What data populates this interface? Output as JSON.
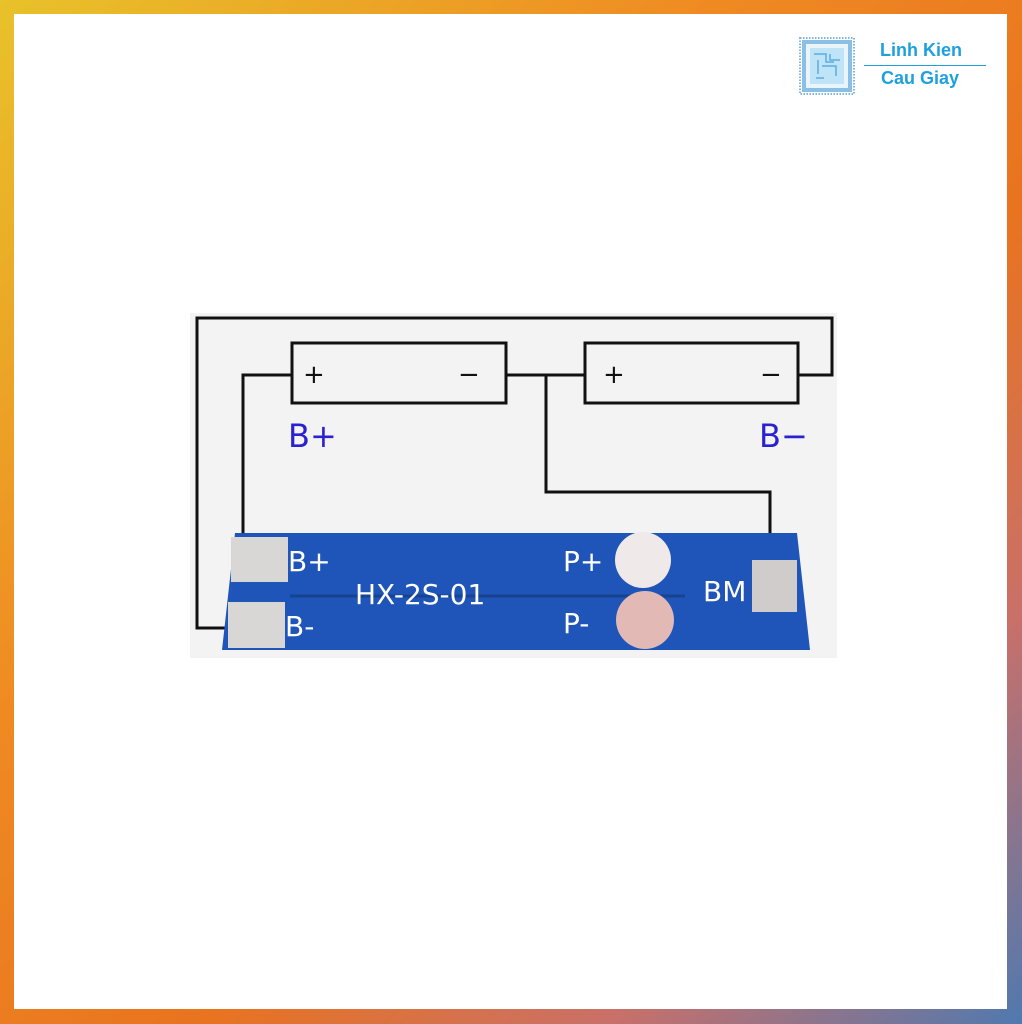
{
  "brand": {
    "line1": "Linh Kien",
    "line2": "Cau Giay",
    "color": "#1ea0e0"
  },
  "diagram": {
    "battery_1": {
      "plus": "+",
      "minus": "−"
    },
    "battery_2": {
      "plus": "+",
      "minus": "−"
    },
    "label_b_plus": "B+",
    "label_b_minus": "B−",
    "label_color": "#2a22d0",
    "board": {
      "model": "HX-2S-01",
      "pad_b_plus": "B+",
      "pad_b_minus": "B-",
      "pad_p_plus": "P+",
      "pad_p_minus": "P-",
      "pad_bm": "BM",
      "color": "#1f55b8"
    }
  }
}
